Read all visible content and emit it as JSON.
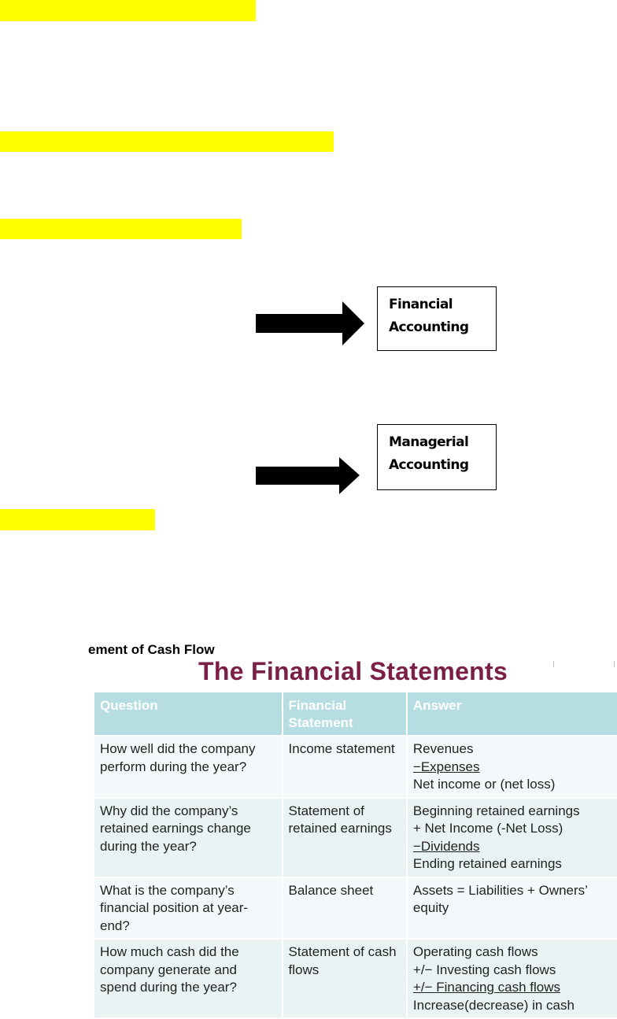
{
  "flow_boxes": [
    {
      "line1": "Financial",
      "line2": "Accounting"
    },
    {
      "line1": "Managerial",
      "line2": "Accounting"
    }
  ],
  "caption": "ement of Cash Flow",
  "slide": {
    "title": "The Financial Statements",
    "headers": [
      "Question",
      "Financial Statement",
      "Answer"
    ],
    "rows": [
      {
        "question": "How well did the company perform  during the year?",
        "statement": "Income statement",
        "answer": [
          " Revenues",
          "−Expenses",
          "Net income or (net loss)"
        ]
      },
      {
        "question": "Why did the company’s retained earnings change during the year?",
        "statement": "Statement of retained earnings",
        "answer": [
          "Beginning  retained earnings",
          "+ Net Income (-Net Loss)",
          "−Dividends",
          "Ending retained earnings"
        ]
      },
      {
        "question": "What is the company’s financial position at year-end?",
        "statement": "Balance sheet",
        "answer": [
          "Assets = Liabilities + Owners’",
          "equity"
        ]
      },
      {
        "question": "How much cash did the company generate and spend during the year?",
        "statement": "Statement of cash flows",
        "answer": [
          "Operating cash flows",
          "+/− Investing cash flows",
          "+/− Financing cash flows",
          "Increase(decrease) in cash"
        ]
      }
    ]
  },
  "colors": {
    "highlight": "#ffff00",
    "title": "#7a1f45",
    "header_bg": "#b6dde2",
    "cell_bg": "#e9f3f4"
  }
}
